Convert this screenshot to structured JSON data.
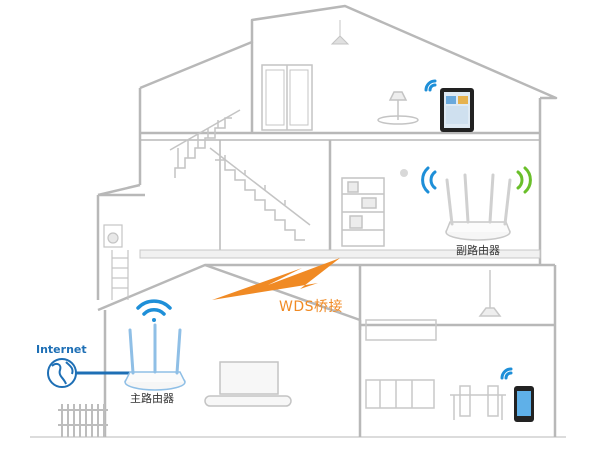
{
  "labels": {
    "main_router": "主路由器",
    "sub_router": "副路由器",
    "internet": "Internet",
    "wds": "WDS桥接"
  },
  "colors": {
    "house_line": "#b8b8b8",
    "house_fill": "#ffffff",
    "wall_fill": "#f4f4f4",
    "wifi_blue": "#1e8fd8",
    "wifi_green": "#6abf2a",
    "wds_orange": "#f08a24",
    "internet_blue": "#1e6fb5"
  },
  "icons": [
    "globe-icon",
    "wifi-icon",
    "router-icon",
    "tablet-icon",
    "phone-icon",
    "lightning-icon"
  ]
}
